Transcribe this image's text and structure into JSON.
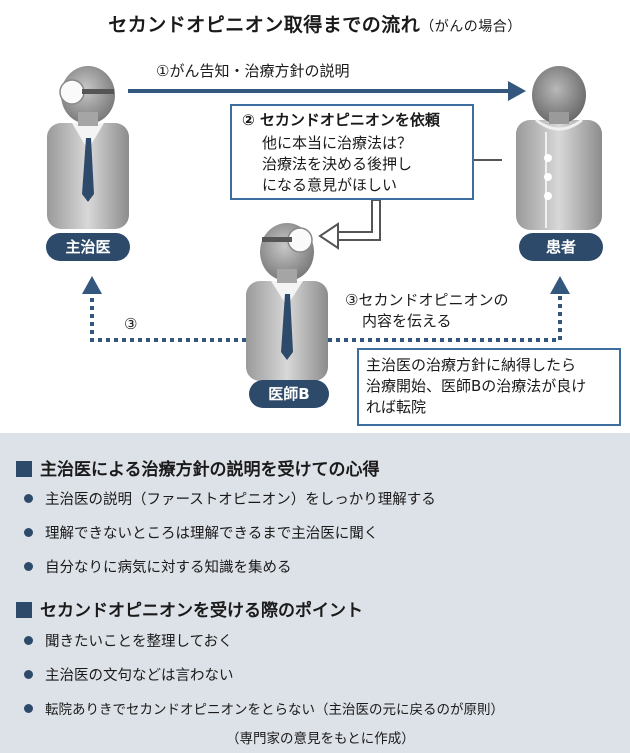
{
  "title": {
    "main": "セカンドオピニオン取得までの流れ",
    "sub": "（がんの場合）"
  },
  "actors": {
    "doctor": "主治医",
    "patient": "患者",
    "doctor_b": "医師B"
  },
  "steps": {
    "step1": "①がん告知・治療方針の説明",
    "step2_title": "② セカンドオピニオンを依頼",
    "step2_lines": [
      "他に本当に治療法は？",
      "治療法を決める後押し",
      "になる意見がほしい"
    ],
    "step3_left": "③",
    "step3_right": [
      "③セカンドオピニオンの",
      "内容を伝える"
    ]
  },
  "note": [
    "主治医の治療方針に納得したら",
    "治療開始、医師Bの治療法が良け",
    "れば転院"
  ],
  "sections": [
    {
      "title": "主治医による治療方針の説明を受けての心得",
      "items": [
        "主治医の説明（ファーストオピニオン）をしっかり理解する",
        "理解できないところは理解できるまで主治医に聞く",
        "自分なりに病気に対する知識を集める"
      ]
    },
    {
      "title": "セカンドオピニオンを受ける際のポイント",
      "items": [
        "聞きたいことを整理しておく",
        "主治医の文句などは言わない",
        "転院ありきでセカンドオピニオンをとらない（主治医の元に戻るのが原則）"
      ]
    }
  ],
  "source": "（専門家の意見をもとに作成）",
  "colors": {
    "navy": "#2d4a6a",
    "arrow": "#34577e",
    "callout_border": "#3c6fa0",
    "panel": "#dde2e8"
  }
}
